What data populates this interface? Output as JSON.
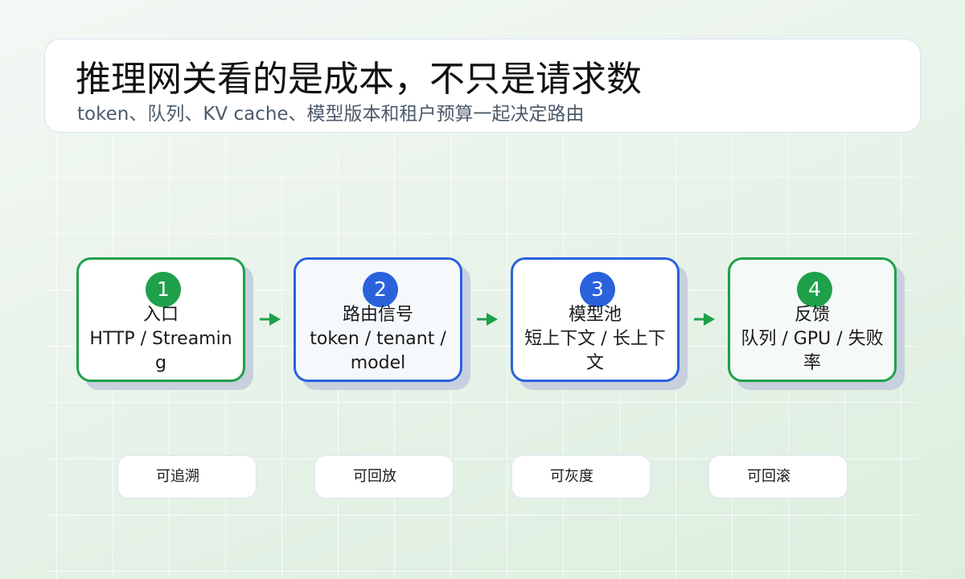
{
  "header": {
    "title": "推理网关看的是成本，不只是请求数",
    "subtitle": "token、队列、KV cache、模型版本和租户预算一起决定路由"
  },
  "nodes": [
    {
      "number": "1",
      "title": "入口",
      "detail": "HTTP / Streaming"
    },
    {
      "number": "2",
      "title": "路由信号",
      "detail": "token / tenant / model"
    },
    {
      "number": "3",
      "title": "模型池",
      "detail": "短上下文 / 长上下文"
    },
    {
      "number": "4",
      "title": "反馈",
      "detail": "队列 / GPU / 失败率"
    }
  ],
  "pills": [
    "可追溯",
    "可回放",
    "可灰度",
    "可回滚"
  ],
  "colors": {
    "green": "#1fa04a",
    "blue": "#2a62dc",
    "shadow": "#c7d0de"
  },
  "icons": {
    "connector": "arrow-right-icon"
  }
}
